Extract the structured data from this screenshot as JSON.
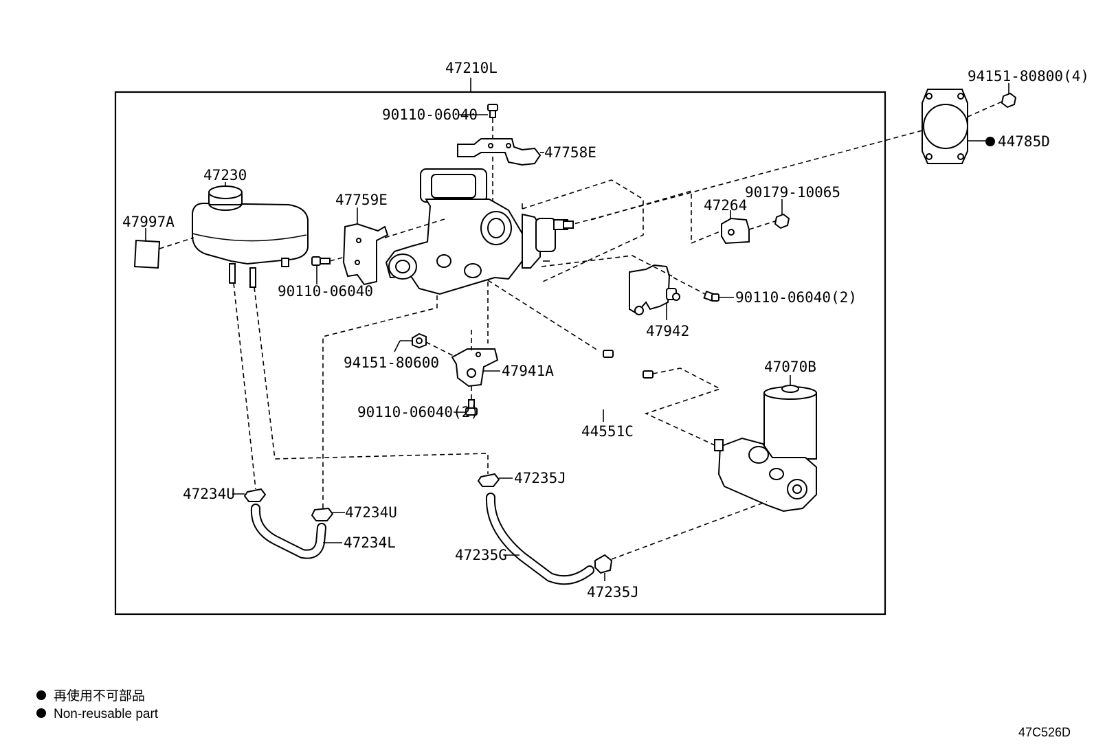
{
  "assembly_label": "47210L",
  "labels": {
    "screw_top": "90110-06040",
    "bracket_top": "47758E",
    "gasket_nut": "94151-80800(4)",
    "gasket": "44785D",
    "reservoir": "47230",
    "reservoir_label": "47997A",
    "bracket_left": "47759E",
    "nut_right": "90179-10065",
    "insulator": "47264",
    "screw_left": "90110-06040",
    "screw_right": "90110-06040(2)",
    "sensor": "47942",
    "nut_mid": "94151-80600",
    "bracket_mid": "47941A",
    "screw_mid": "90110-06040(2)",
    "tube": "44551C",
    "pump": "47070B",
    "clamp_left_a": "47234U",
    "clamp_left_b": "47234U",
    "hose_left": "47234L",
    "clamp_mid": "47235J",
    "hose_mid": "47235G",
    "clamp_bottom": "47235J"
  },
  "legend": {
    "marker": "●",
    "jp": "再使用不可部品",
    "en": "Non-reusable part"
  },
  "diagram_code": "47C526D"
}
